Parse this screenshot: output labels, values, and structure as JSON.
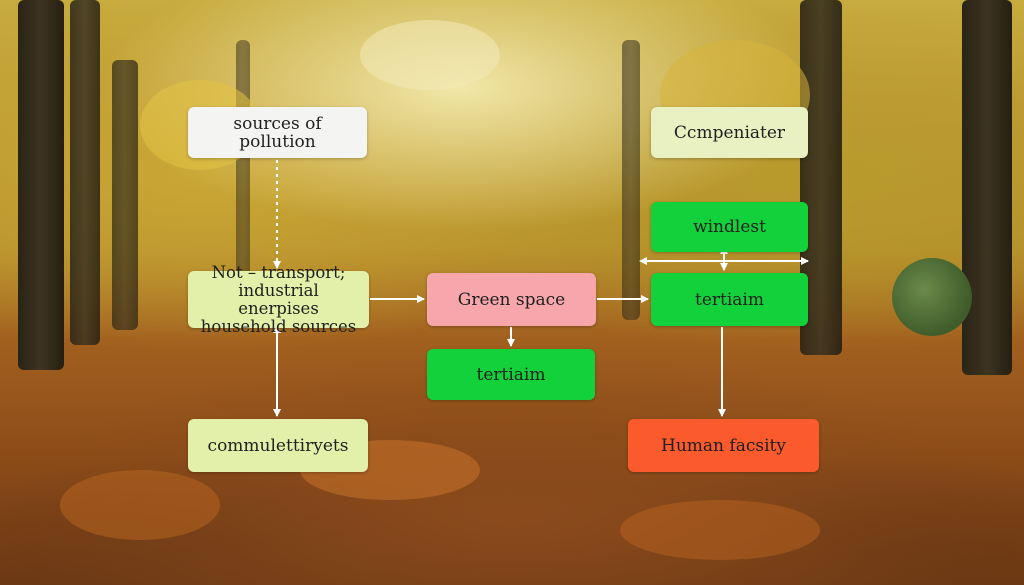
{
  "diagram": {
    "nodes": {
      "sources": "sources of pollution",
      "not_transport_lines": [
        "Not – transport;",
        "industrial enerpises",
        "household sources"
      ],
      "community": "commulettiryets",
      "green_space": "Green space",
      "tertiaim_left": "tertiaim",
      "compeniater": "Ccmpeniater",
      "windlest": "windlest",
      "tertiaim_right": "tertiaim",
      "human": "Human facsity"
    },
    "colors": {
      "white_box": "#f4f4f2",
      "pale_box": "#e2f0a9",
      "pink_box": "#f7a6ac",
      "green_box": "#13d13b",
      "orange_box": "#fb5a2d",
      "arrow": "#ffffff"
    }
  }
}
